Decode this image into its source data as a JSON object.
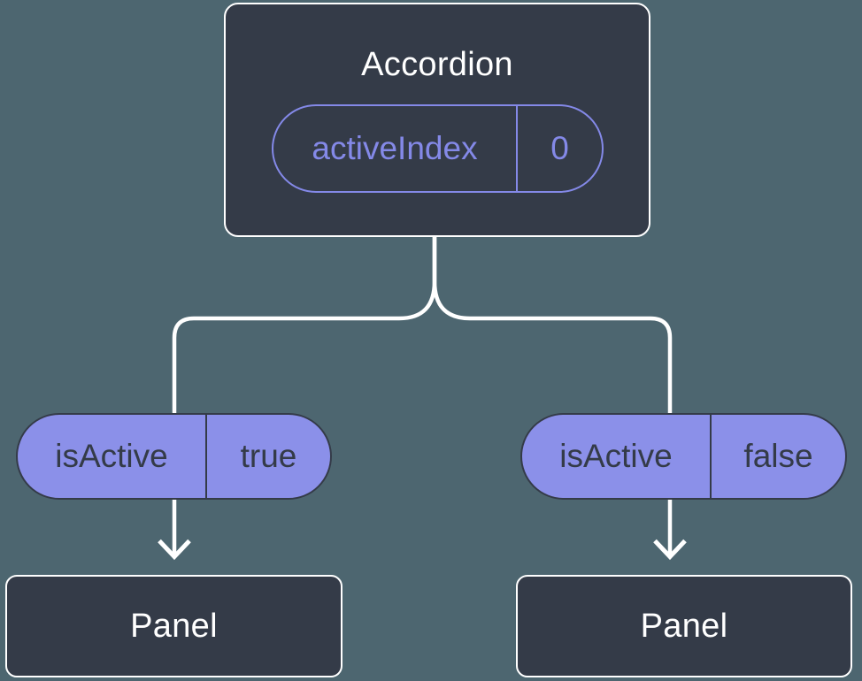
{
  "diagram": {
    "root": {
      "title": "Accordion",
      "state": {
        "name": "activeIndex",
        "value": "0"
      }
    },
    "branches": [
      {
        "prop": {
          "name": "isActive",
          "value": "true"
        },
        "child": {
          "title": "Panel"
        }
      },
      {
        "prop": {
          "name": "isActive",
          "value": "false"
        },
        "child": {
          "title": "Panel"
        }
      }
    ],
    "colors": {
      "background": "#4d6670",
      "node_fill": "#343b48",
      "node_border": "#ffffff",
      "light_text": "#ffffff",
      "dark_text": "#343b48",
      "accent_purple": "#8b90e9",
      "accent_outline": "#8489e8",
      "connector": "#ffffff"
    }
  }
}
